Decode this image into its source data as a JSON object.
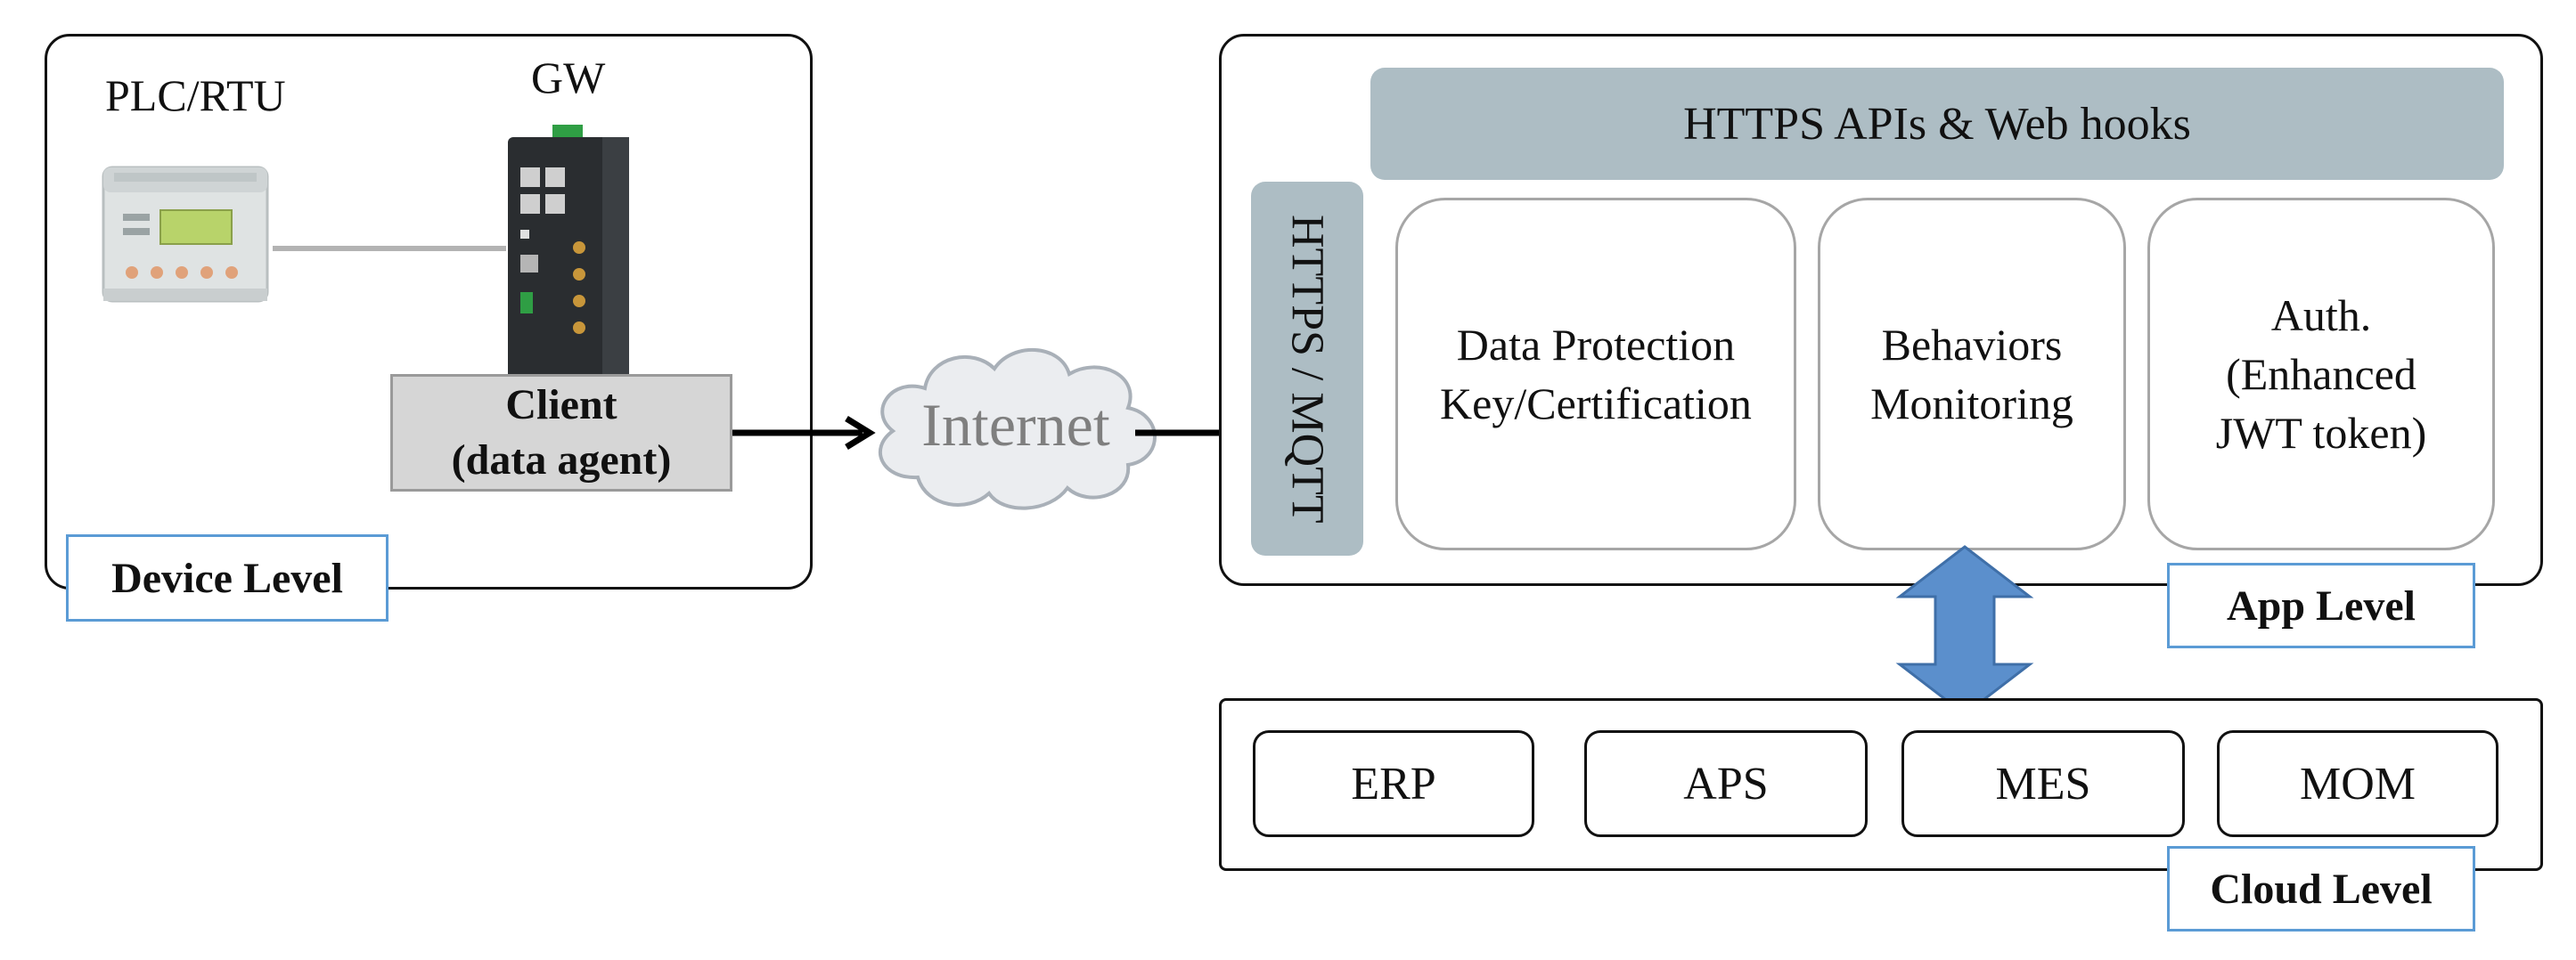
{
  "device": {
    "plc_label": "PLC/RTU",
    "gw_label": "GW",
    "client_lines": [
      "Client",
      "(data agent)"
    ],
    "level_label": "Device Level"
  },
  "internet_label": "Internet",
  "app": {
    "api_band": "HTTPS APIs & Web hooks",
    "protocol_band": "HTTPS / MQTT",
    "services": [
      {
        "lines": [
          "Data Protection",
          "Key/Certification"
        ]
      },
      {
        "lines": [
          "Behaviors",
          "Monitoring"
        ]
      },
      {
        "lines": [
          "Auth.",
          "(Enhanced",
          "JWT token)"
        ]
      }
    ],
    "level_label": "App Level"
  },
  "cloud": {
    "modules": [
      "ERP",
      "APS",
      "MES",
      "MOM"
    ],
    "level_label": "Cloud Level"
  },
  "colors": {
    "tag_border": "#5b9bd5",
    "band_fill": "#adbdc4",
    "client_fill": "#d6d6d6",
    "arrow_fill": "#5b8fcc",
    "cloud_fill": "#ebedf0"
  }
}
